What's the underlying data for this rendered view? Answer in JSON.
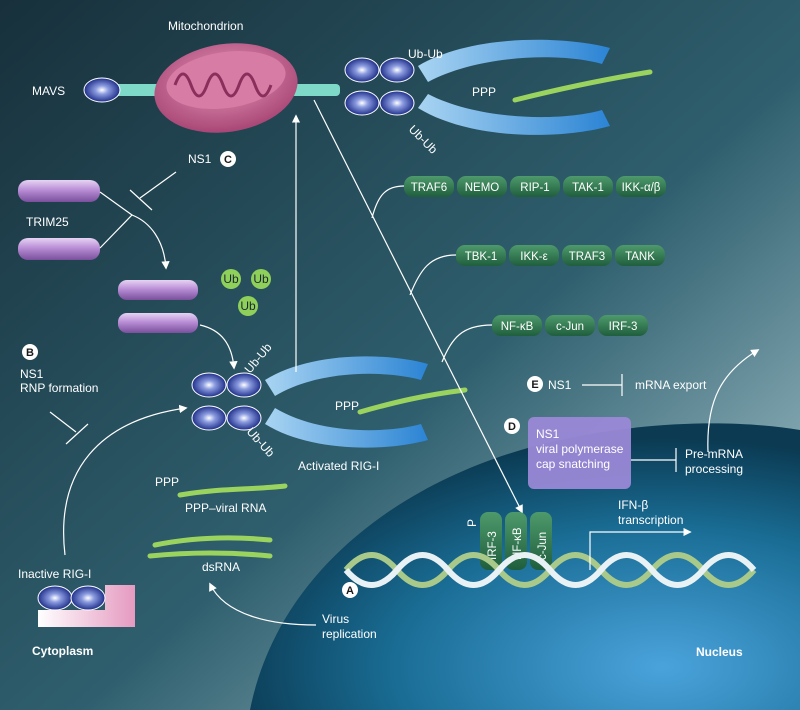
{
  "labels": {
    "mitochondrion": "Mitochondrion",
    "mavs": "MAVS",
    "ub_top": "Ub-Ub",
    "ub_bottom": "Ub-Ub",
    "ppp_top": "PPP",
    "ns1_c": "NS1",
    "trim25": "TRIM25",
    "ub": "Ub",
    "ns1_b": "NS1",
    "rnp_formation": "RNP formation",
    "ub_mid_top": "Ub-Ub",
    "ub_mid_bottom": "Ub-Ub",
    "ppp_mid": "PPP",
    "activated_rig_i": "Activated RIG-I",
    "ppp_viral": "PPP",
    "ppp_viral_rna": "PPP–viral RNA",
    "dsrna": "dsRNA",
    "inactive_rig_i": "Inactive RIG-I",
    "cytoplasm": "Cytoplasm",
    "virus_replication_1": "Virus",
    "virus_replication_2": "replication",
    "ns1_e": "NS1",
    "mrna_export": "mRNA export",
    "ns1_d": "NS1",
    "viral_polymerase": "viral polymerase",
    "cap_snatching": "cap snatching",
    "pre_mrna_1": "Pre-mRNA",
    "pre_mrna_2": "processing",
    "ifn_1": "IFN-β",
    "ifn_2": "transcription",
    "nucleus": "Nucleus",
    "p": "P",
    "irf3_v": "IRF-3",
    "nfkb_v": "NF-κB",
    "cjun_v": "c-Jun"
  },
  "steps": {
    "a": "A",
    "b": "B",
    "c": "C",
    "d": "D",
    "e": "E"
  },
  "pathway_rows": [
    [
      "TRAF6",
      "NEMO",
      "RIP-1",
      "TAK-1",
      "IKK-α/β"
    ],
    [
      "TBK-1",
      "IKK-ε",
      "TRAF3",
      "TANK"
    ],
    [
      "NF-κB",
      "c-Jun",
      "IRF-3"
    ]
  ],
  "colors": {
    "protein": "#2f7a52",
    "rna": "#9bd35f",
    "helicase": "#3a8fd6",
    "trim25": "#b98ed6",
    "mitochondrion": "#c96591",
    "ns1_box": "#9a88d6",
    "nucleus": "#0e4f6e"
  }
}
